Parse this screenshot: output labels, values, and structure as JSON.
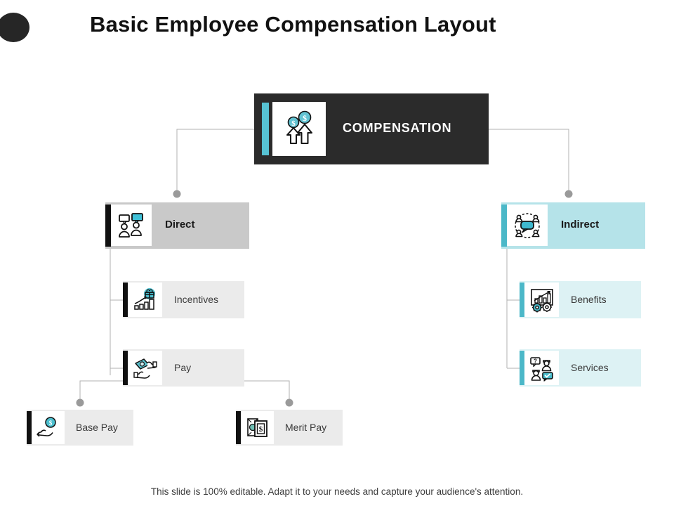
{
  "slide": {
    "title": "Basic Employee Compensation Layout",
    "footer_note": "This slide is 100% editable. Adapt it to your needs and capture your audience's attention.",
    "bullet_icon": "black-ellipse-bullet"
  },
  "colors": {
    "accent_teal": "#4bb8c8",
    "accent_teal_light": "#57c3d4",
    "dark": "#2b2b2b",
    "grey_level2": "#c9c9c9",
    "grey_level3": "#ebebeb",
    "cyan_level2": "#b5e3e9",
    "cyan_level3": "#ddf2f4",
    "connector_line": "#b0b0b0",
    "connector_dot": "#9a9a9a",
    "text_dark": "#1a1a1a",
    "text_light": "#ffffff"
  },
  "chart_data": {
    "type": "diagram",
    "title": "Basic Employee Compensation Layout",
    "layout": "hierarchy-tree",
    "levels": 4,
    "nodes": [
      {
        "id": "compensation",
        "label": "COMPENSATION",
        "level": 1,
        "parent": null,
        "icon": "arrows-up-with-dollar-coins-icon",
        "fill": "#2b2b2b",
        "accent": "#57c3d4",
        "text_color": "#ffffff"
      },
      {
        "id": "direct",
        "label": "Direct",
        "level": 2,
        "parent": "compensation",
        "icon": "two-people-speech-bubbles-icon",
        "fill": "#c9c9c9",
        "accent": "#111111",
        "text_color": "#1a1a1a"
      },
      {
        "id": "indirect",
        "label": "Indirect",
        "level": 2,
        "parent": "compensation",
        "icon": "team-circle-speech-bubble-icon",
        "fill": "#b5e3e9",
        "accent": "#4bb8c8",
        "text_color": "#1a1a1a"
      },
      {
        "id": "incentives",
        "label": "Incentives",
        "level": 3,
        "parent": "direct",
        "icon": "gift-growth-chart-icon",
        "fill": "#ebebeb",
        "accent": "#111111",
        "text_color": "#3a3a3a"
      },
      {
        "id": "pay",
        "label": "Pay",
        "level": 3,
        "parent": "direct",
        "icon": "hands-exchanging-money-icon",
        "fill": "#ebebeb",
        "accent": "#111111",
        "text_color": "#3a3a3a"
      },
      {
        "id": "benefits",
        "label": "Benefits",
        "level": 3,
        "parent": "indirect",
        "icon": "chart-with-gears-icon",
        "fill": "#ddf2f4",
        "accent": "#4bb8c8",
        "text_color": "#3a3a3a"
      },
      {
        "id": "services",
        "label": "Services",
        "level": 3,
        "parent": "indirect",
        "icon": "support-people-chat-icon",
        "fill": "#ddf2f4",
        "accent": "#4bb8c8",
        "text_color": "#3a3a3a"
      },
      {
        "id": "base-pay",
        "label": "Base Pay",
        "level": 4,
        "parent": "pay",
        "icon": "hand-holding-dollar-coin-icon",
        "fill": "#ebebeb",
        "accent": "#111111",
        "text_color": "#3a3a3a"
      },
      {
        "id": "merit-pay",
        "label": "Merit Pay",
        "level": 4,
        "parent": "pay",
        "icon": "banknotes-dollar-icon",
        "fill": "#ebebeb",
        "accent": "#111111",
        "text_color": "#3a3a3a"
      }
    ],
    "edges": [
      {
        "from": "compensation",
        "to": "direct"
      },
      {
        "from": "compensation",
        "to": "indirect"
      },
      {
        "from": "direct",
        "to": "incentives"
      },
      {
        "from": "direct",
        "to": "pay"
      },
      {
        "from": "indirect",
        "to": "benefits"
      },
      {
        "from": "indirect",
        "to": "services"
      },
      {
        "from": "pay",
        "to": "base-pay"
      },
      {
        "from": "pay",
        "to": "merit-pay"
      }
    ]
  }
}
